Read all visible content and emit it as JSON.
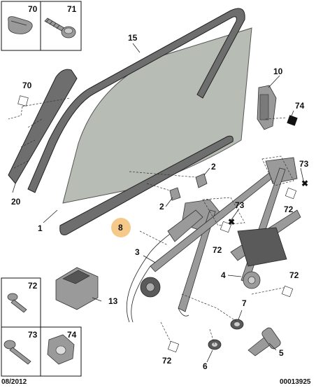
{
  "labels": {
    "part_70_top": "70",
    "part_71": "71",
    "part_15": "15",
    "part_10": "10",
    "part_70_side": "70",
    "part_74_side": "74",
    "part_2_a": "2",
    "part_2_b": "2",
    "part_73_a": "73",
    "part_73_b": "73",
    "part_72_a": "72",
    "part_72_b": "72",
    "part_72_c": "72",
    "part_72_d": "72",
    "part_20": "20",
    "part_1": "1",
    "part_8": "8",
    "part_3": "3",
    "part_4": "4",
    "part_13": "13",
    "part_7": "7",
    "part_6": "6",
    "part_5": "5",
    "legend_72": "72",
    "legend_73": "73",
    "legend_74": "74"
  },
  "footer": {
    "date": "08/2012",
    "reference": "00013925"
  },
  "colors": {
    "glass": "#b7bdb5",
    "seal": "#6e6e6e",
    "highlight": "#f5c98a",
    "part": "#9a9a9a"
  }
}
